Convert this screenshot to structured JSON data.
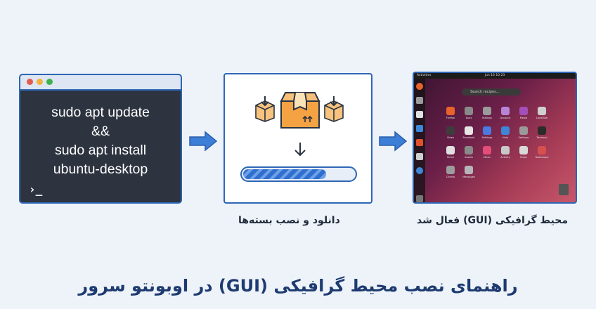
{
  "title": "راهنمای نصب محیط گرافیکی (GUI) در اوبونتو سرور",
  "colors": {
    "accent": "#2d66b5",
    "background": "#eef3f9",
    "terminal_bg": "#2d3440",
    "box_orange": "#f5a243",
    "title_color": "#1d3b70"
  },
  "terminal": {
    "lines": [
      "sudo apt update",
      "&&",
      "sudo apt install",
      "ubuntu-desktop"
    ],
    "prompt": "›_",
    "dots": [
      "#e25b4f",
      "#f2b33d",
      "#3fb24e"
    ]
  },
  "install_step": {
    "caption": "دانلود و نصب بسته‌ها",
    "progress": 0.75,
    "icons": [
      "download-box-icon",
      "package-box-icon",
      "download-arrow-icon",
      "download-box-icon"
    ]
  },
  "desktop_step": {
    "caption": "محیط گرافیکی (GUI) فعال شد",
    "topbar_left": "Activities",
    "topbar_center": "Jun 16 10:23",
    "search_placeholder": "Search recipes...",
    "apps": [
      {
        "label": "Firefox",
        "color": "#e8632b"
      },
      {
        "label": "Docs",
        "color": "#8a8a8a"
      },
      {
        "label": "Mailbox",
        "color": "#9b9b9b"
      },
      {
        "label": "Account",
        "color": "#b784d6"
      },
      {
        "label": "Meow",
        "color": "#a24fb8"
      },
      {
        "label": "LocalSite",
        "color": "#cfcfcf"
      },
      {
        "label": "Video",
        "color": "#3d3d3d"
      },
      {
        "label": "Facebook",
        "color": "#e6e6e6"
      },
      {
        "label": "Settings",
        "color": "#4a7be0"
      },
      {
        "label": "Help",
        "color": "#3e87d8"
      },
      {
        "label": "Settings",
        "color": "#9a9a9a"
      },
      {
        "label": "Terminal",
        "color": "#2b2b2b"
      },
      {
        "label": "Home",
        "color": "#e0e0e0"
      },
      {
        "label": "Assets",
        "color": "#8a8a8a"
      },
      {
        "label": "Music",
        "color": "#e44c7a"
      },
      {
        "label": "Activity",
        "color": "#c8c8c8"
      },
      {
        "label": "Maps",
        "color": "#d9d9d9"
      },
      {
        "label": "Roadmaps",
        "color": "#d65050"
      },
      {
        "label": "Clients",
        "color": "#9c9c9c"
      },
      {
        "label": "Messages",
        "color": "#b6b6b6"
      }
    ]
  }
}
